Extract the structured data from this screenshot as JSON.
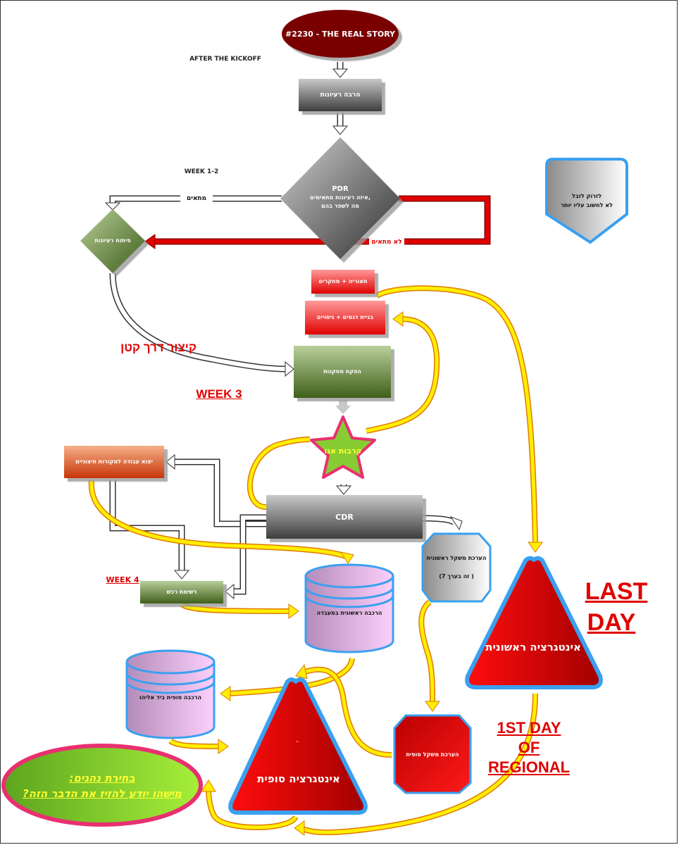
{
  "title": "#2230 - THE REAL STORY",
  "labels": {
    "after_kickoff": "AFTER THE KICKOFF",
    "week_1_2": "WEEK 1-2",
    "week_3": "WEEK 3",
    "week_4": "WEEK 4",
    "last_day_1": "LAST",
    "last_day_2": "DAY",
    "regional_1": "1ST DAY",
    "regional_2": "OF",
    "regional_3": "REGIONAL",
    "shortcut": "קיצור דרך קטן",
    "match": "מתאים",
    "no_match": "לא מתאים"
  },
  "nodes": {
    "many_ideas": "הרבה רעיונות",
    "pdr_title": "PDR",
    "pdr_line1": ",איזה רעיונות מתאימים",
    "pdr_line2": "מה לשפר בהם",
    "develop_ideas": "פיתוח רעיונות",
    "theory_research": "תאוריה + מחקרים",
    "build_models": "בניית דגמים + ניסויים",
    "conclusions": "הפקת מסקנות",
    "ego_battles": "קרבות אגו",
    "external_work": "יצוא עבודה למקורות חיצוניים",
    "cdr": "CDR",
    "weight_initial_1": "הערכת משקל ראשונית",
    "weight_initial_2": "( זה בערך 7)",
    "parts_list": "רשימת רכש",
    "assembly_lab": "הרכבה ראשונית במעבדה",
    "final_assembly": "הרכבה סופית ביד אליהו",
    "final_integration": "אינטגרציה סופית",
    "final_integration_dash": "-",
    "first_integration": "אינטגרציה ראשונית",
    "final_weight": "הערכת משקל סופית",
    "shield_1": "לזרוק לזבל",
    "shield_2": "לא לחשוב עליו יותר",
    "drivers_1": "בחירת נהגים:",
    "drivers_2": "מישהו יודע להזיז את הדבר הזה?"
  },
  "colors": {
    "title_fill": "#7a0000",
    "gray_box": "#6b6b6b",
    "green_box": "#4f6f2a",
    "red_box": "#e81010",
    "arrow_red": "#e00000",
    "arrow_yellow": "#ffee00",
    "arrow_yellow_border": "#e07a00",
    "blue_border": "#3aa0f0",
    "drivers_fill": "#8ad12a",
    "drivers_text": "#ffff33"
  }
}
